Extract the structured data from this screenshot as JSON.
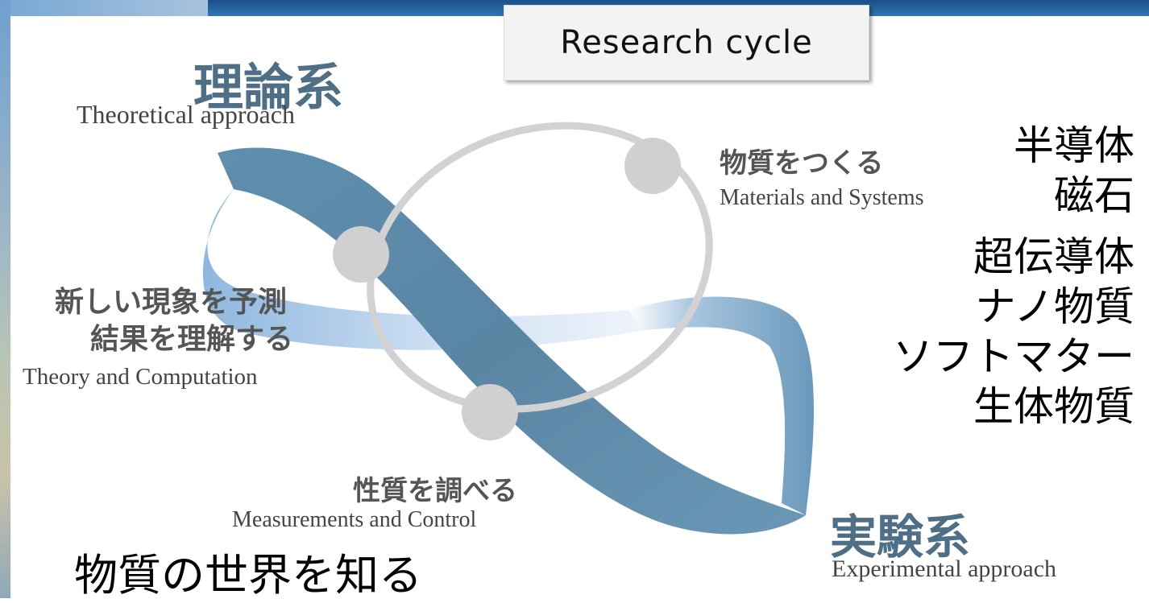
{
  "title": "Research cycle",
  "theory": {
    "heading": "理論系",
    "subheading": "Theoretical approach",
    "label_line1": "新しい現象を予測",
    "label_line2": "結果を理解する",
    "label_en": "Theory and Computation"
  },
  "make": {
    "label": "物質をつくる",
    "label_en": "Materials and Systems"
  },
  "measure": {
    "label": "性質を調べる",
    "label_en": "Measurements and Control"
  },
  "experiment": {
    "heading": "実験系",
    "subheading": "Experimental approach"
  },
  "materials": [
    "半導体",
    "磁石",
    "超伝導体",
    "ナノ物質",
    "ソフトマター",
    "生体物質"
  ],
  "footer": "物質の世界を知る",
  "colors": {
    "ribbon_dark": "#5a86a4",
    "ribbon_light": "#a9c9e6",
    "ring": "#d0d0d0",
    "heading": "#4f6f87"
  }
}
